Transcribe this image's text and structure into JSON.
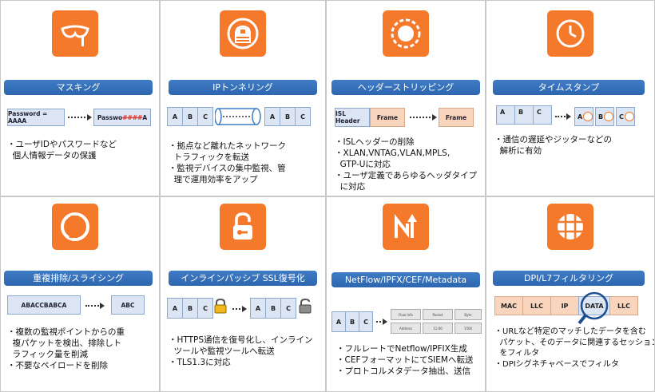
{
  "colors": {
    "accent": "#f5792a",
    "title_bar": "#2d66ae",
    "box_blue": "#dbe5f3",
    "box_peach": "#f9d5bd"
  },
  "panels": [
    {
      "icon": "masking-mask-icon",
      "title": "マスキング",
      "diagram": {
        "before": "Password = AAAA",
        "after_prefix": "Passwo",
        "after_masked": "####",
        "after_suffix": "A"
      },
      "bullets": [
        "・ユーザIDやパスワードなど",
        "  個人情報データの保護"
      ]
    },
    {
      "icon": "tunnel-icon",
      "title": "IPトンネリング",
      "diagram": {
        "cells": [
          "A",
          "B",
          "C"
        ]
      },
      "bullets": [
        "・拠点など離れたネットワーク",
        "  トラフィックを転送",
        "・監視デバイスの集中監視、管",
        "  理で運用効率をアップ"
      ]
    },
    {
      "icon": "header-strip-icon",
      "title": "ヘッダーストリッピング",
      "diagram": {
        "header": "ISL Header",
        "frame": "Frame"
      },
      "bullets": [
        "・ISLヘッダーの削除",
        "・XLAN,VNTAG,VLAN,MPLS,",
        "  GTP-Uに対応",
        "・ユーザ定義であらゆるヘッダタイプ",
        "  に対応"
      ]
    },
    {
      "icon": "clock-icon",
      "title": "タイムスタンプ",
      "diagram": {
        "cells": [
          "A",
          "B",
          "C"
        ]
      },
      "bullets": [
        "・通信の遅延やジッターなどの",
        "  解析に有効"
      ]
    },
    {
      "icon": "dedup-icon",
      "title": "重複排除/スライシング",
      "diagram": {
        "before": "ABACCBABCA",
        "after": "ABC"
      },
      "bullets": [
        "・複数の監視ポイントからの重",
        "  複パケットを検出、排除しト",
        "  ラフィック量を削減",
        "・不要なペイロードを削除"
      ]
    },
    {
      "icon": "unlock-icon",
      "title": "インラインパッシブ SSL復号化",
      "diagram": {
        "cells": [
          "A",
          "B",
          "C"
        ]
      },
      "bullets": [
        "・HTTPS通信を復号化し、インライン",
        "  ツールや監視ツールへ転送",
        "・TLS1.3に対応"
      ]
    },
    {
      "icon": "netflow-icon",
      "title": "NetFlow/IPFX/CEF/Metadata",
      "diagram": {
        "cells": [
          "A",
          "B",
          "C"
        ],
        "table": [
          "Flow Info",
          "Packet",
          "Byte",
          "Address",
          "11:00",
          "1500"
        ]
      },
      "bullets": [
        "・フルレートでNetflow/IPFIX生成",
        "・CEFフォーマットにてSIEMへ転送",
        "・プロトコルメタデータ抽出、送信"
      ]
    },
    {
      "icon": "globe-grid-icon",
      "title": "DPI/L7フィルタリング",
      "diagram": {
        "cells": [
          "MAC",
          "LLC",
          "IP",
          "DATA",
          "LLC"
        ]
      },
      "bullets": [
        "・URLなど特定のマッチしたデータを含む",
        "  パケット、そのデータに関連するセッション",
        "  をフィルタ",
        "・DPIシグネチャベースでフィルタ"
      ]
    }
  ]
}
